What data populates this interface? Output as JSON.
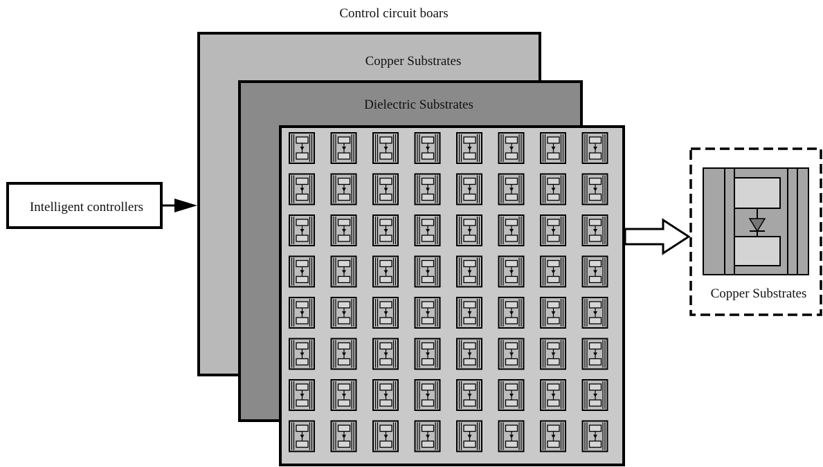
{
  "title": "Control circuit boars",
  "layers": [
    {
      "label": "Copper Substrates"
    },
    {
      "label": "Dielectric Substrates"
    }
  ],
  "input_box": {
    "label": "Intelligent controllers"
  },
  "detail_box": {
    "label": "Copper Substrates",
    "component_icon": "diode-icon"
  },
  "array": {
    "rows": 8,
    "cols": 8,
    "cell_icon": "diode-cell-icon"
  },
  "colors": {
    "outer_layer": "#b9b9b9",
    "middle_layer": "#8a8a8a",
    "array_panel": "#c9c9c9",
    "cell_pad": "#bdbdbd",
    "outline": "#000000"
  }
}
